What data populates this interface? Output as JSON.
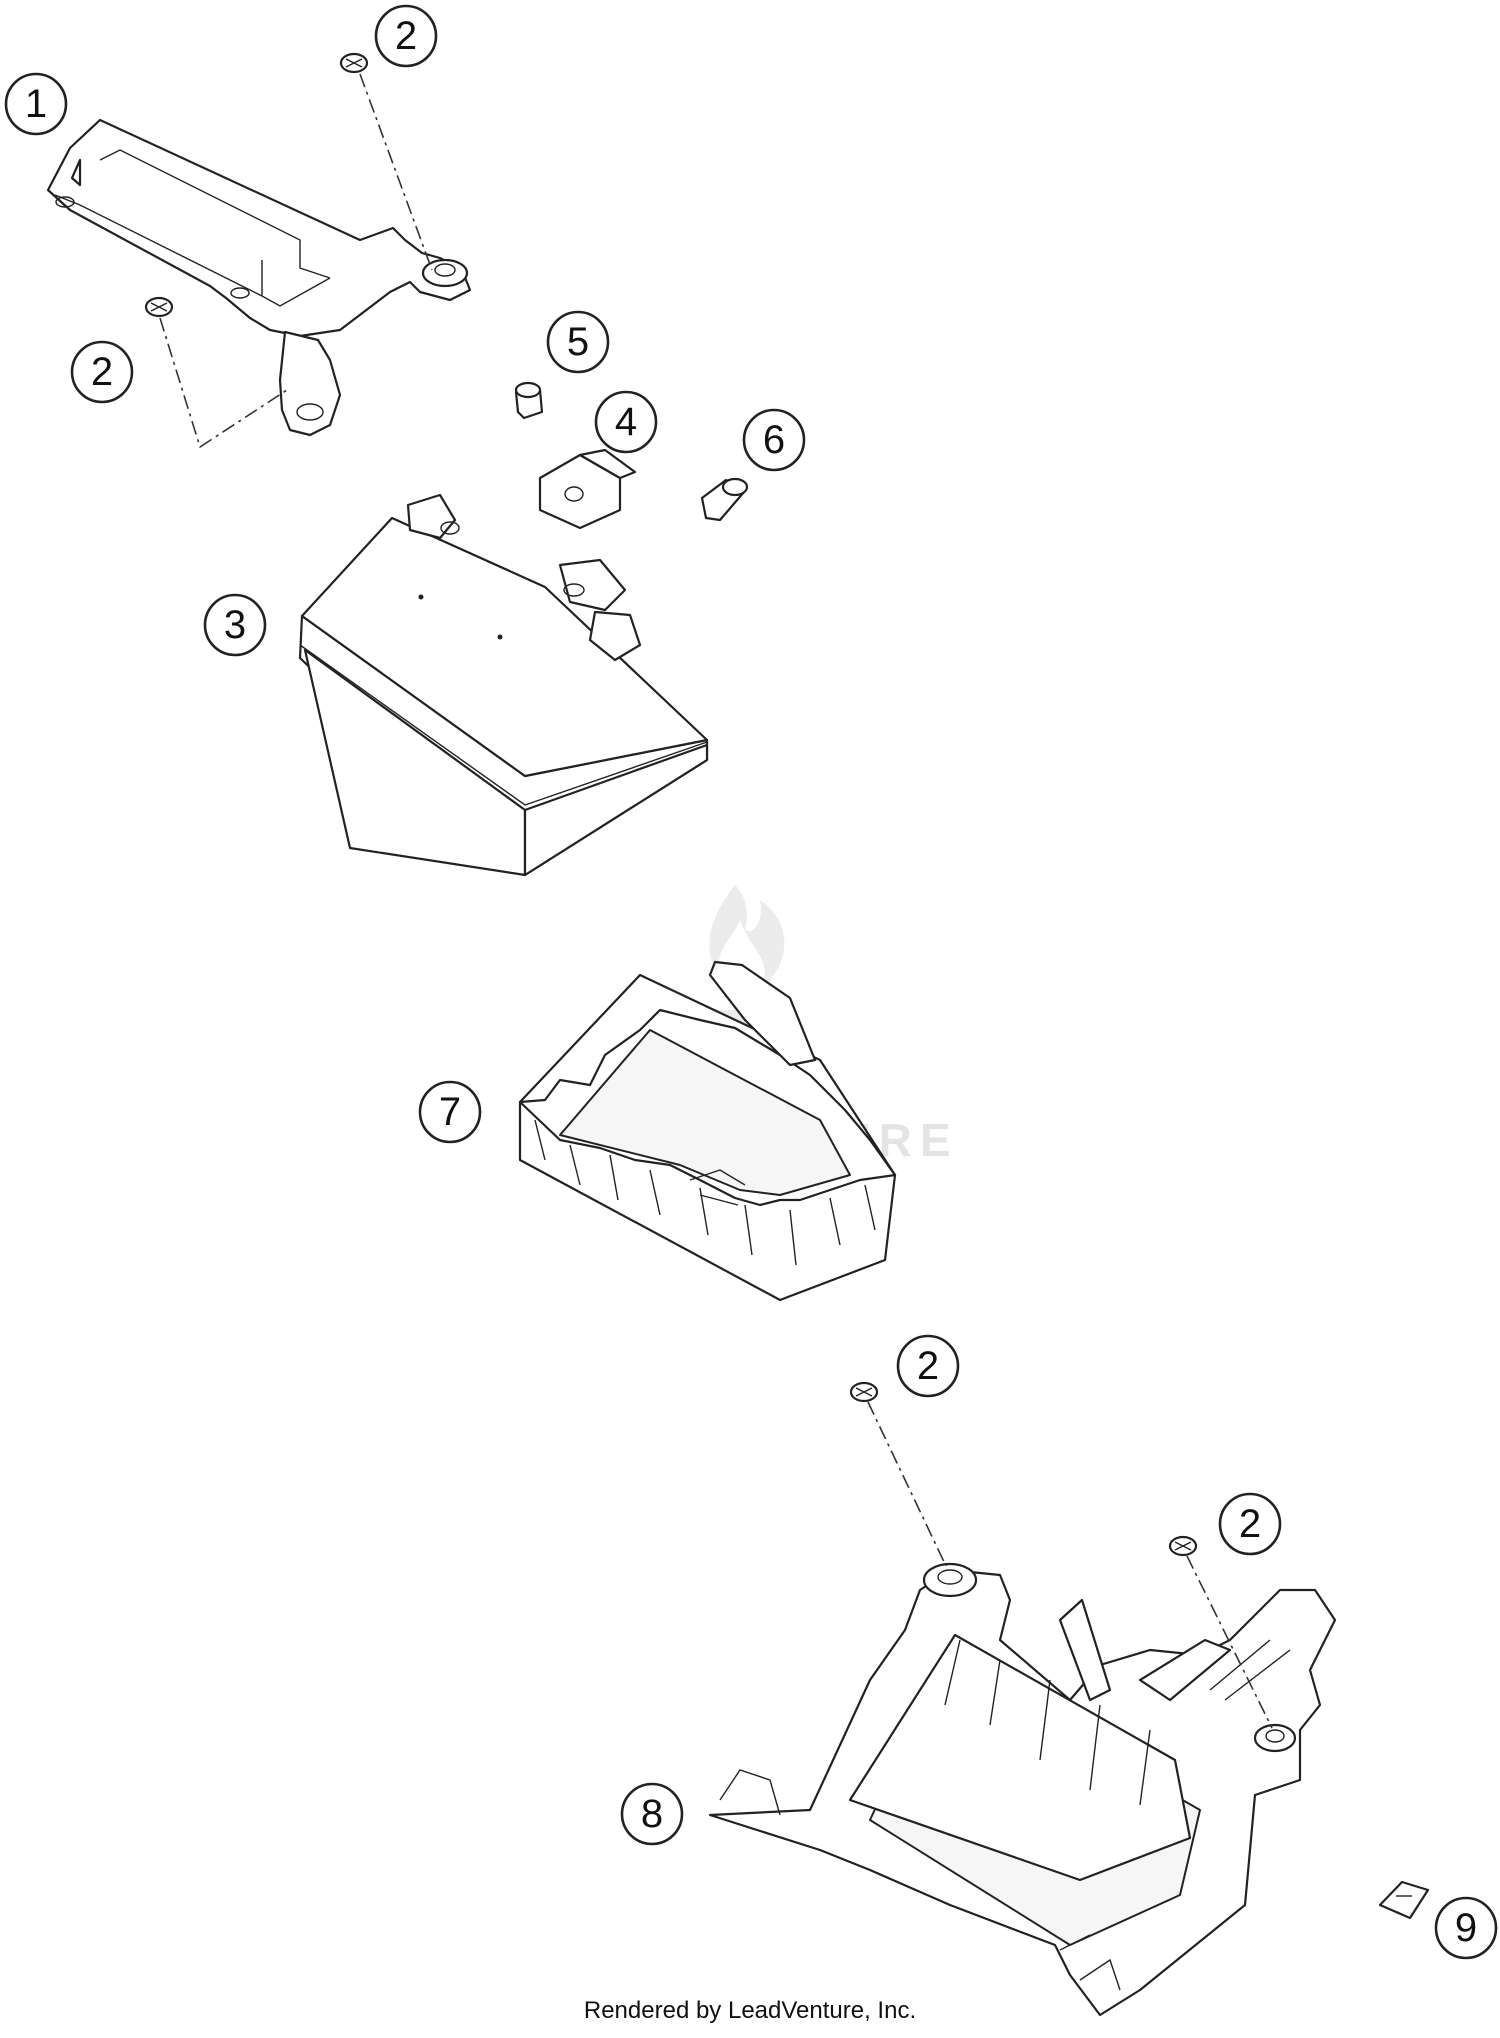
{
  "callouts": [
    {
      "id": "c1",
      "label": "1",
      "part": "1"
    },
    {
      "id": "c2a",
      "label": "2",
      "part": "2"
    },
    {
      "id": "c2b",
      "label": "2",
      "part": "2"
    },
    {
      "id": "c3",
      "label": "3",
      "part": "3"
    },
    {
      "id": "c4",
      "label": "4",
      "part": "4"
    },
    {
      "id": "c5",
      "label": "5",
      "part": "5"
    },
    {
      "id": "c6",
      "label": "6",
      "part": "6"
    },
    {
      "id": "c7",
      "label": "7",
      "part": "7"
    },
    {
      "id": "c2c",
      "label": "2",
      "part": "2"
    },
    {
      "id": "c2d",
      "label": "2",
      "part": "2"
    },
    {
      "id": "c8",
      "label": "8",
      "part": "8"
    },
    {
      "id": "c9",
      "label": "9",
      "part": "9"
    }
  ],
  "watermark": {
    "text": "LEADVENTURE",
    "icon": "flame-logo-icon"
  },
  "footer": {
    "text": "Rendered by LeadVenture, Inc."
  }
}
